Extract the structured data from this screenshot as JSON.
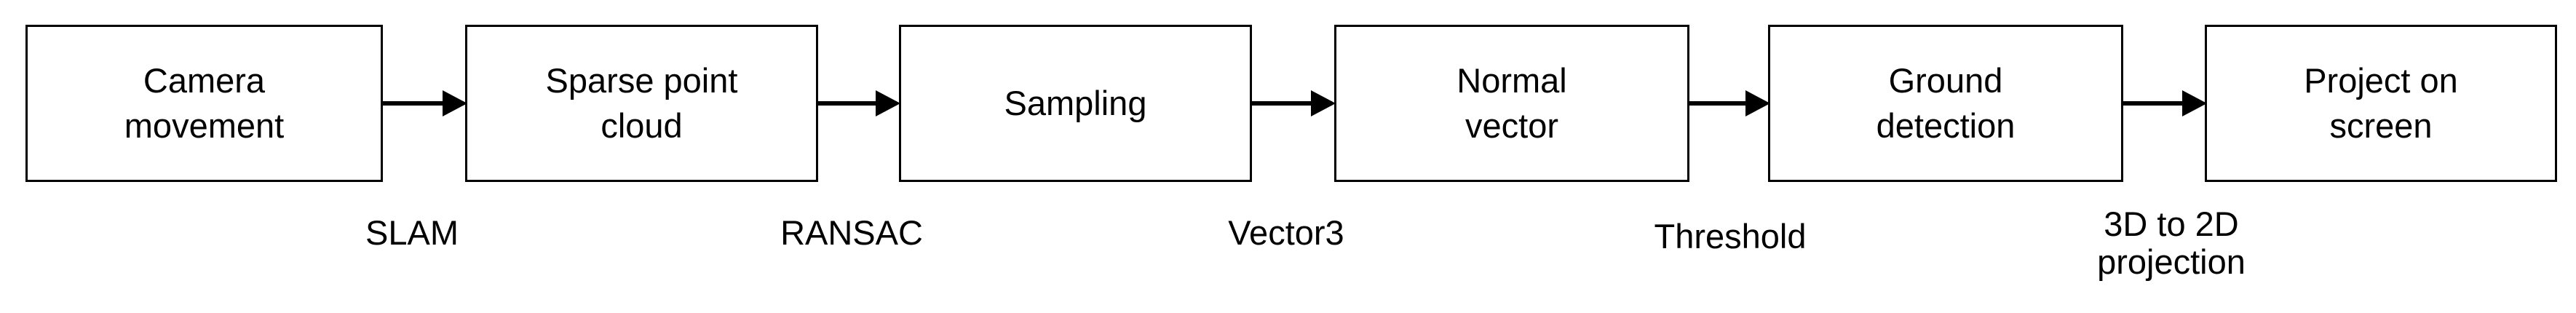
{
  "diagram": {
    "nodes": [
      {
        "id": "camera-movement",
        "label": "Camera\nmovement"
      },
      {
        "id": "sparse-point-cloud",
        "label": "Sparse point\ncloud"
      },
      {
        "id": "sampling",
        "label": "Sampling"
      },
      {
        "id": "normal-vector",
        "label": "Normal\nvector"
      },
      {
        "id": "ground-detection",
        "label": "Ground\ndetection"
      },
      {
        "id": "project-on-screen",
        "label": "Project on\nscreen"
      }
    ],
    "edges": [
      {
        "from": "camera-movement",
        "to": "sparse-point-cloud",
        "label": "SLAM"
      },
      {
        "from": "sparse-point-cloud",
        "to": "sampling",
        "label": "RANSAC"
      },
      {
        "from": "sampling",
        "to": "normal-vector",
        "label": "Vector3"
      },
      {
        "from": "normal-vector",
        "to": "ground-detection",
        "label": "Threshold"
      },
      {
        "from": "ground-detection",
        "to": "project-on-screen",
        "label": "3D to 2D\nprojection"
      }
    ]
  }
}
